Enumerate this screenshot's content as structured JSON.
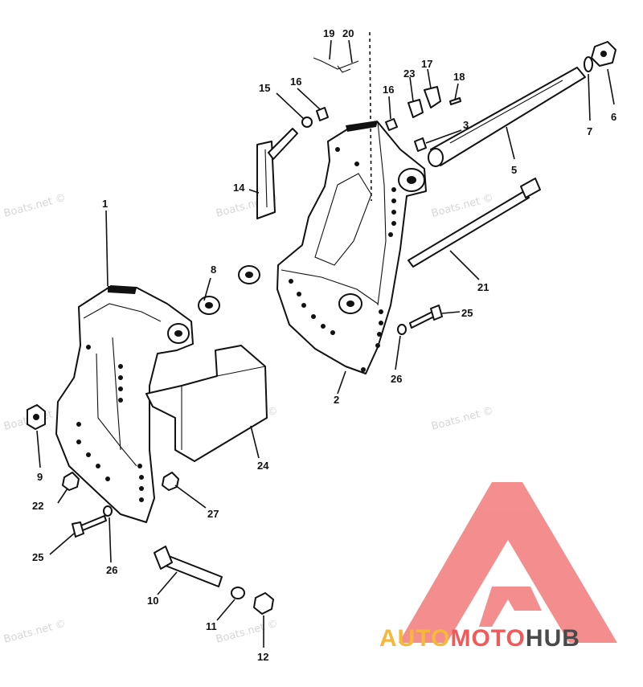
{
  "watermark": "Boats.net ©",
  "brand": {
    "part1": "AUTO",
    "part2": "MOTO",
    "part3": "HUB",
    "color_gold": "#f5b83a",
    "color_red": "#f05a5a",
    "color_gray": "#4a4a4a",
    "logo_color": "#f37a7a"
  },
  "callouts": {
    "c1": "1",
    "c2": "2",
    "c3": "3",
    "c5": "5",
    "c6": "6",
    "c7": "7",
    "c8": "8",
    "c9": "9",
    "c10": "10",
    "c11": "11",
    "c12": "12",
    "c14": "14",
    "c15": "15",
    "c16a": "16",
    "c16b": "16",
    "c17": "17",
    "c18": "18",
    "c19": "19",
    "c20": "20",
    "c21": "21",
    "c22": "22",
    "c23": "23",
    "c24": "24",
    "c25a": "25",
    "c25b": "25",
    "c26a": "26",
    "c26b": "26",
    "c27": "27"
  }
}
